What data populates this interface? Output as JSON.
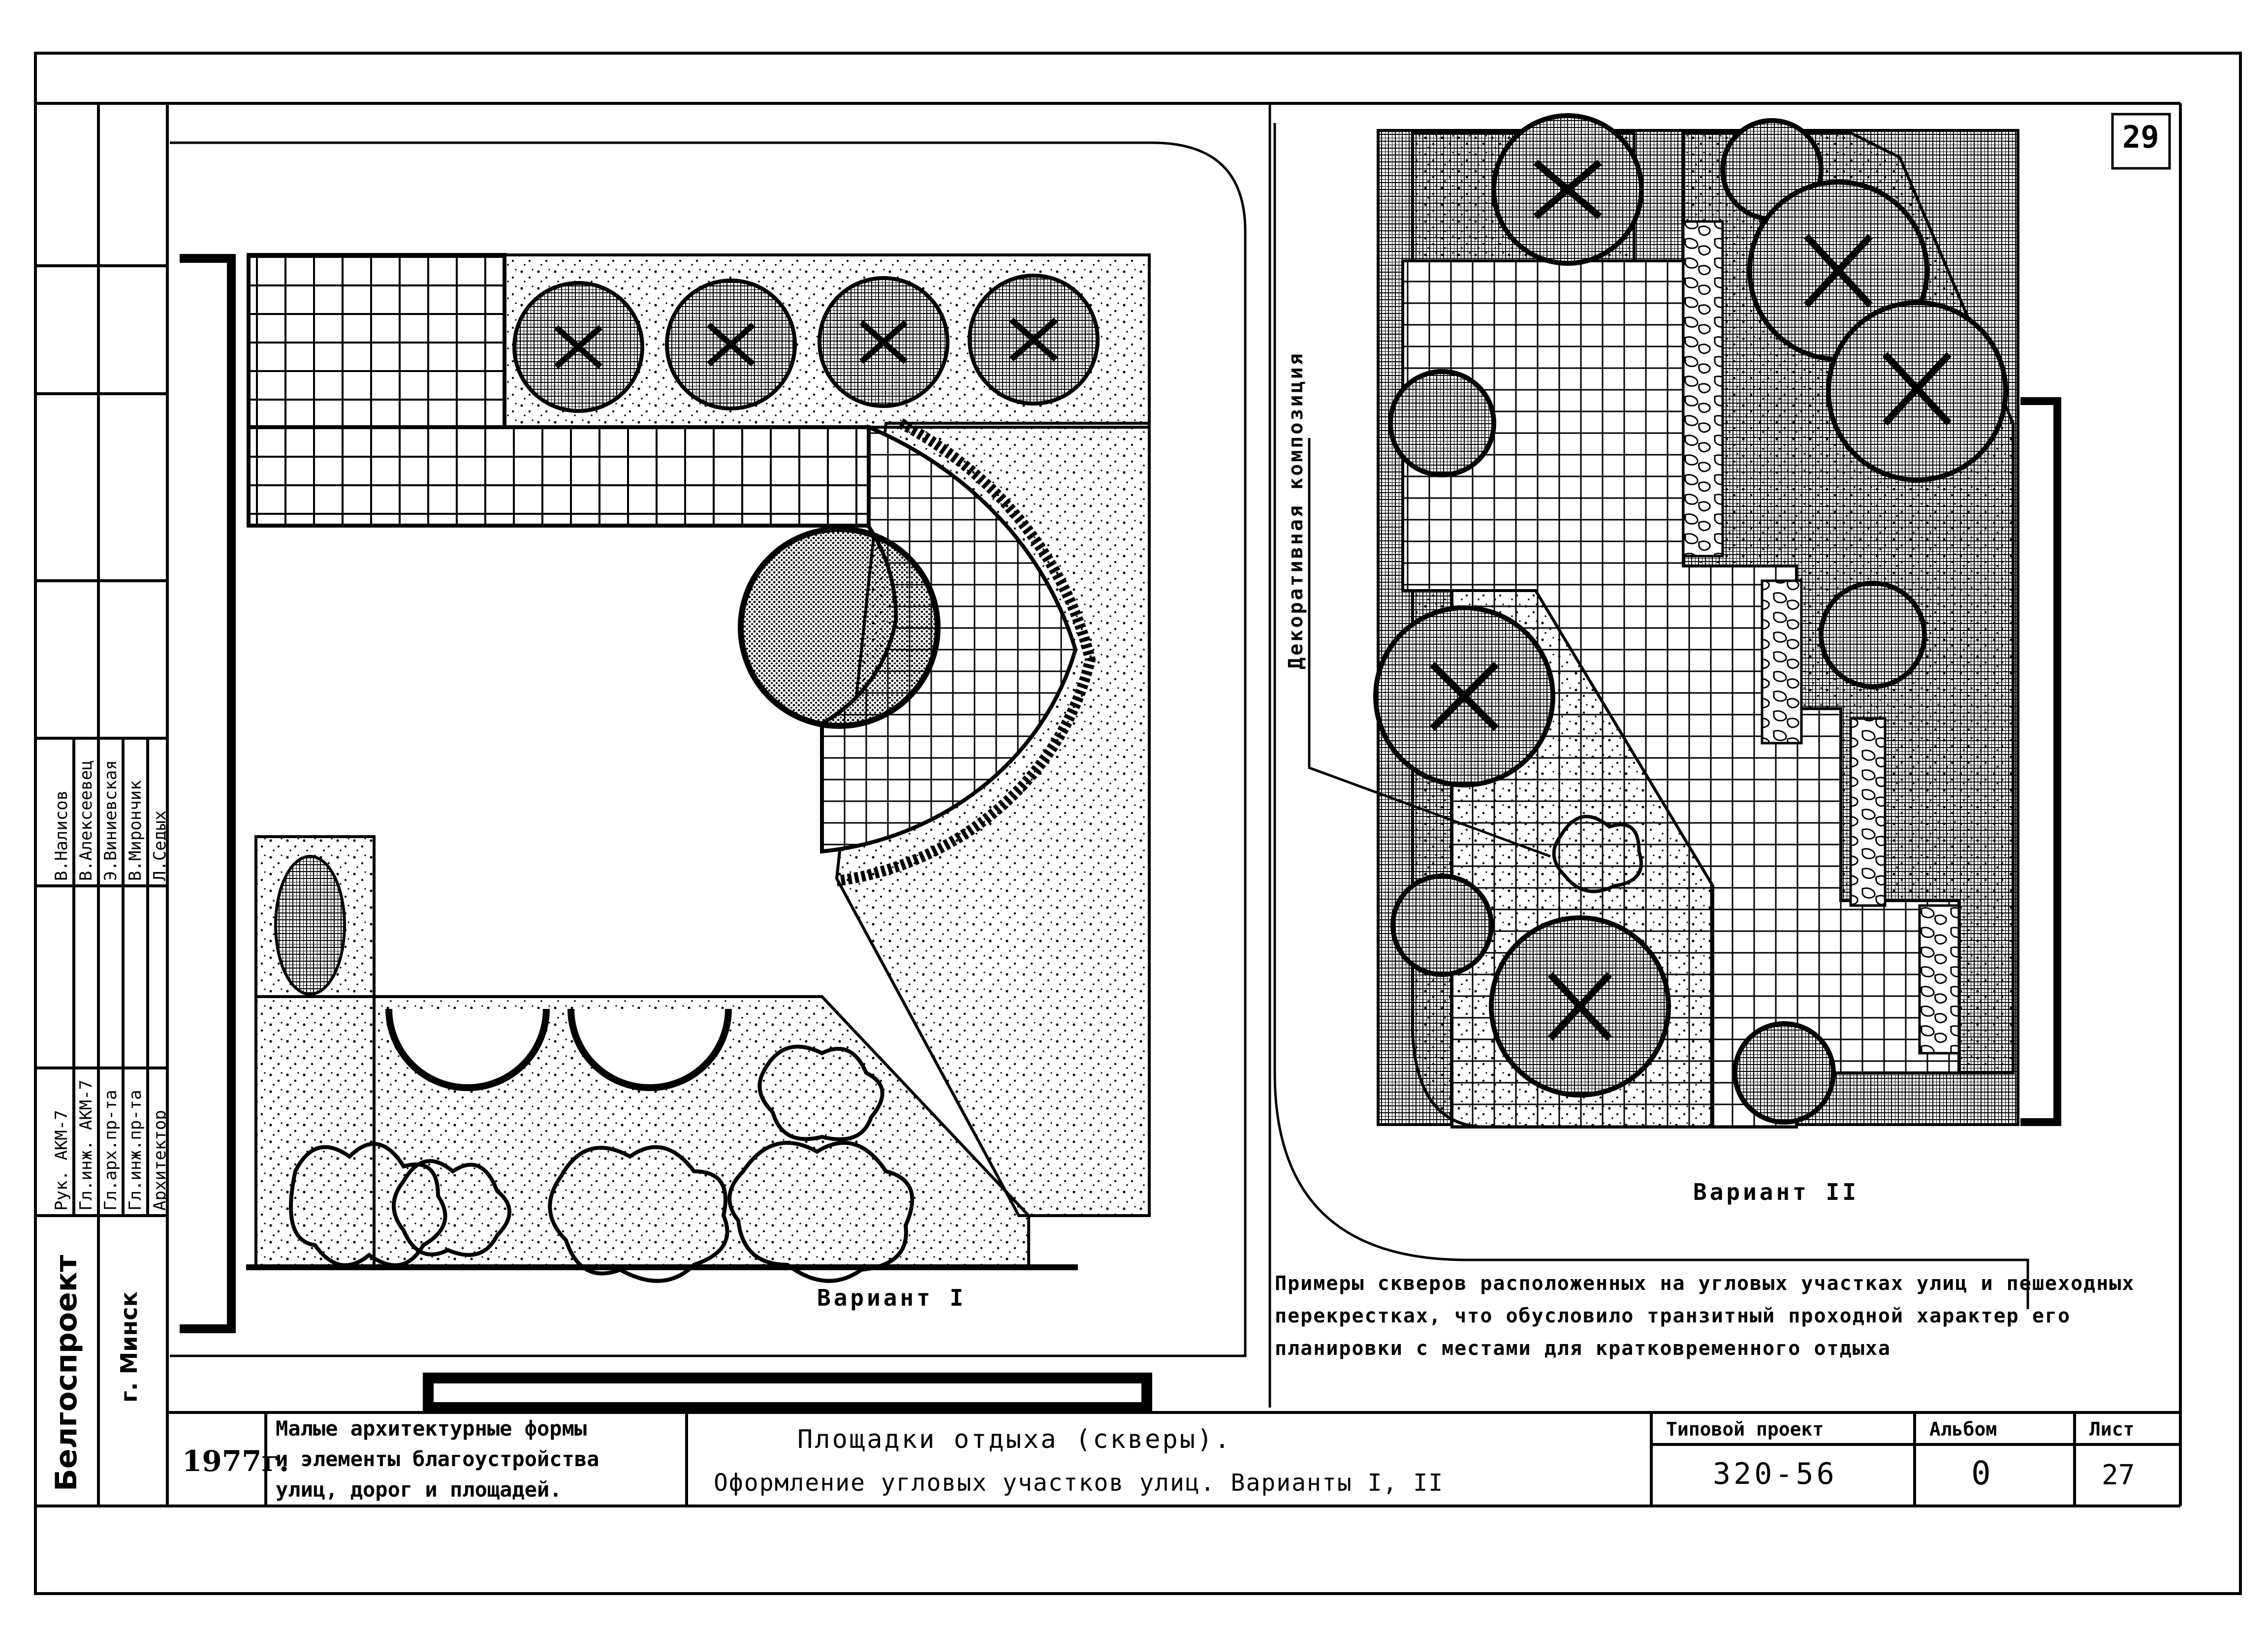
{
  "sheet_corner_number": "29",
  "left_plan_label": "Вариант I",
  "right_plan_label": "Вариант II",
  "callout": "Декоративная композиция",
  "note": "Примеры скверов расположенных на угловых участках улиц и пешеходных перекрестках, что обусловило транзитный проходной характер его планировки с местами для кратковременного отдыха",
  "title_block": {
    "organization": "Белгоспроект",
    "city": "г. Минск",
    "year": "1977г.",
    "album_title_lines": [
      "Малые архитектурные формы",
      "и элементы благоустройства",
      "улиц, дорог и площадей."
    ],
    "sheet_title_line1": "Площадки отдыха (скверы).",
    "sheet_title_line2": "Оформление угловых участков улиц. Варианты I, II",
    "project_label": "Типовой проект",
    "project_value": "320-56",
    "album_label": "Альбом",
    "album_value": "0",
    "sheet_label": "Лист",
    "sheet_value": "27"
  },
  "signatures": [
    {
      "role": "Рук. АКМ-7",
      "name": "В.Налисов"
    },
    {
      "role": "Гл.инж. АКМ-7",
      "name": "В.Алексеевец"
    },
    {
      "role": "Гл.арх.пр-та",
      "name": "Э.Виниевская"
    },
    {
      "role": "Гл.инж.пр-та",
      "name": "В.Мирончик"
    },
    {
      "role": "Архитектор",
      "name": "Л.Седых"
    }
  ],
  "colors": {
    "ink": "#000000",
    "paper": "#ffffff"
  }
}
